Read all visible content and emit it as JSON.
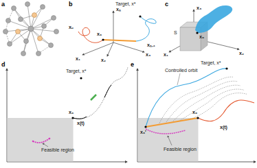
{
  "diagram": {
    "labels": [
      "a",
      "b",
      "xₙ",
      "Target, x*",
      "xᵤ",
      "x₀",
      "xₙ₋₁",
      "x₁",
      "x₂",
      "x₃",
      "c",
      "x₃",
      "S",
      "x₀",
      "x₂",
      "x₁",
      "d",
      "Target, x*",
      "x₀",
      "x(t)",
      "Feasible region",
      "e",
      "Controlled orbit",
      "Target, x*",
      "x₀′",
      "x₀",
      "x(t)",
      "Feasible region"
    ]
  }
}
